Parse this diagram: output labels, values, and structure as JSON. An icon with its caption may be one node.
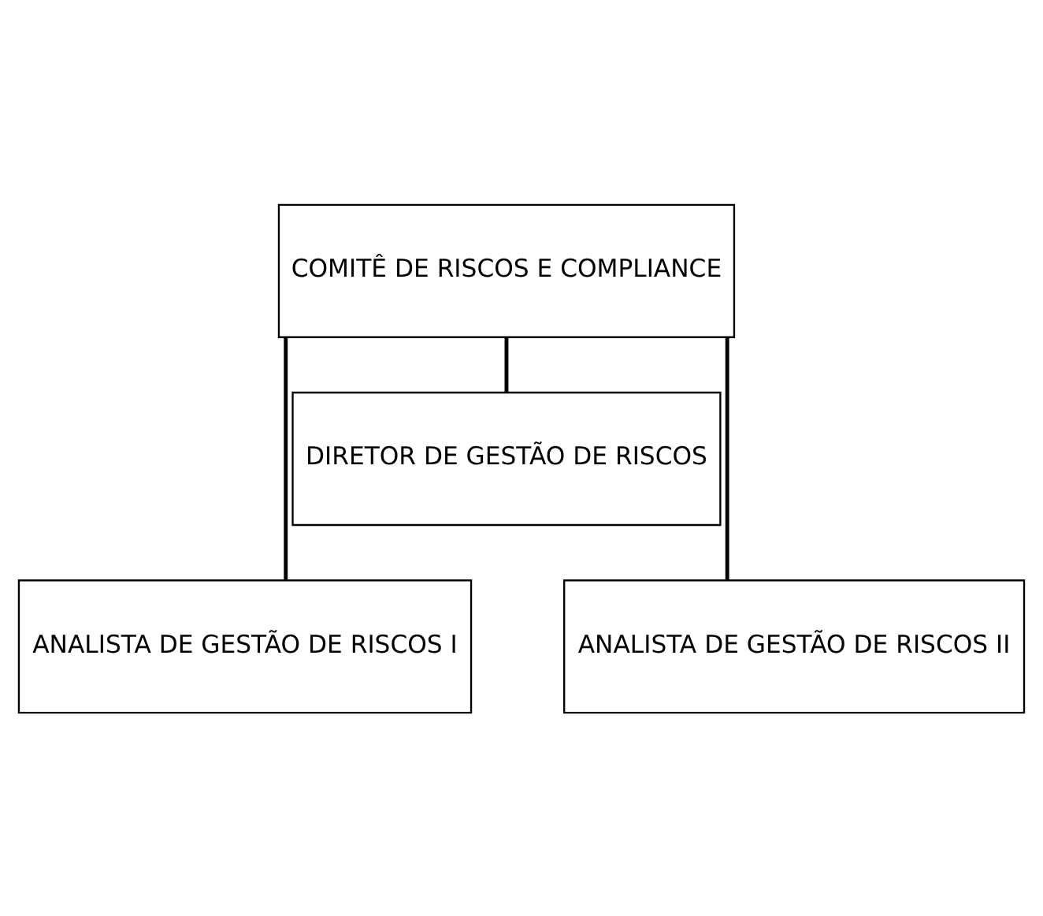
{
  "diagram": {
    "nodes": [
      {
        "text": [
          "COMITÊ DE RISCOS E COMPLIANCE"
        ]
      },
      {
        "text": [
          "DIRETOR DE GESTÃO DE RISCOS"
        ]
      },
      {
        "text": [
          "ANALISTA DE GESTÃO DE RISCOS I"
        ]
      },
      {
        "text": [
          "ANALISTA DE GESTÃO DE RISCOS II"
        ]
      }
    ],
    "edges": [
      {
        "from": 0,
        "to": 1,
        "arrow": "none"
      },
      {
        "from": 0,
        "to": 2,
        "arrow": "none"
      },
      {
        "from": 0,
        "to": 3,
        "arrow": "none"
      }
    ]
  }
}
